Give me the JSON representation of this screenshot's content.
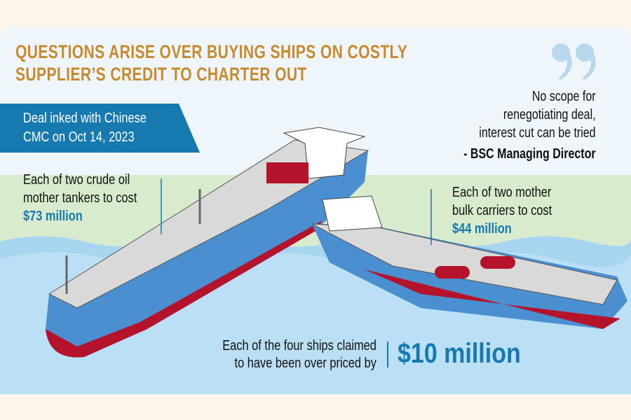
{
  "headline": {
    "line1": "QUESTIONS ARISE OVER BUYING SHIPS ON COSTLY",
    "line2": "SUPPLIER’S CREDIT TO CHARTER OUT"
  },
  "deal": {
    "line1": "Deal inked with Chinese",
    "line2": "CMC on Oct 14, 2023"
  },
  "quote": {
    "line1": "No scope for",
    "line2": "renegotiating deal,",
    "line3": "interest cut can be tried",
    "source": "- BSC Managing Director"
  },
  "tankers": {
    "line1": "Each of two crude oil",
    "line2": "mother tankers to cost",
    "price": "$73 million"
  },
  "bulk": {
    "line1": "Each of two mother",
    "line2": "bulk carriers to cost",
    "price": "$44 million"
  },
  "overprice": {
    "line1": "Each of the four ships claimed",
    "line2": "to have been over priced by",
    "amount": "$10 million"
  },
  "colors": {
    "title": "#c98a2e",
    "accent": "#1679b0",
    "hull_blue": "#4a8fd0",
    "hull_red": "#b5122b"
  }
}
